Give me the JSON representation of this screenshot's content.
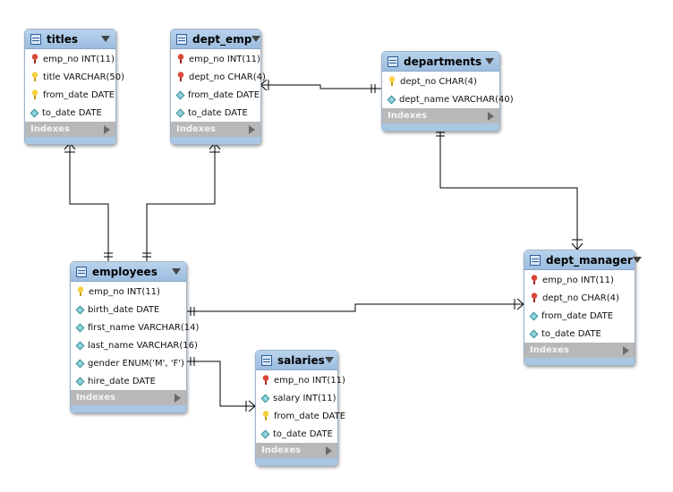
{
  "tables": {
    "titles": {
      "name": "titles",
      "columns": [
        {
          "icon": "fk",
          "text": "emp_no INT(11)"
        },
        {
          "icon": "pk",
          "text": "title VARCHAR(50)"
        },
        {
          "icon": "pk",
          "text": "from_date DATE"
        },
        {
          "icon": "col",
          "text": "to_date DATE"
        }
      ],
      "indexes": "Indexes"
    },
    "dept_emp": {
      "name": "dept_emp",
      "columns": [
        {
          "icon": "fk",
          "text": "emp_no INT(11)"
        },
        {
          "icon": "fk",
          "text": "dept_no CHAR(4)"
        },
        {
          "icon": "col",
          "text": "from_date DATE"
        },
        {
          "icon": "col",
          "text": "to_date DATE"
        }
      ],
      "indexes": "Indexes"
    },
    "departments": {
      "name": "departments",
      "columns": [
        {
          "icon": "pk",
          "text": "dept_no CHAR(4)"
        },
        {
          "icon": "col",
          "text": "dept_name VARCHAR(40)"
        }
      ],
      "indexes": "Indexes"
    },
    "employees": {
      "name": "employees",
      "columns": [
        {
          "icon": "pk",
          "text": "emp_no INT(11)"
        },
        {
          "icon": "col",
          "text": "birth_date DATE"
        },
        {
          "icon": "col",
          "text": "first_name VARCHAR(14)"
        },
        {
          "icon": "col",
          "text": "last_name VARCHAR(16)"
        },
        {
          "icon": "col",
          "text": "gender ENUM('M', 'F')"
        },
        {
          "icon": "col",
          "text": "hire_date DATE"
        }
      ],
      "indexes": "Indexes"
    },
    "dept_manager": {
      "name": "dept_manager",
      "columns": [
        {
          "icon": "fk",
          "text": "emp_no INT(11)"
        },
        {
          "icon": "fk",
          "text": "dept_no CHAR(4)"
        },
        {
          "icon": "col",
          "text": "from_date DATE"
        },
        {
          "icon": "col",
          "text": "to_date DATE"
        }
      ],
      "indexes": "Indexes"
    },
    "salaries": {
      "name": "salaries",
      "columns": [
        {
          "icon": "fk",
          "text": "emp_no INT(11)"
        },
        {
          "icon": "col",
          "text": "salary INT(11)"
        },
        {
          "icon": "pk",
          "text": "from_date DATE"
        },
        {
          "icon": "col",
          "text": "to_date DATE"
        }
      ],
      "indexes": "Indexes"
    }
  },
  "relationships": [
    {
      "from": "employees",
      "to": "titles",
      "cardinality": "one-to-many"
    },
    {
      "from": "employees",
      "to": "dept_emp",
      "cardinality": "one-to-many"
    },
    {
      "from": "departments",
      "to": "dept_emp",
      "cardinality": "one-to-many"
    },
    {
      "from": "departments",
      "to": "dept_manager",
      "cardinality": "one-to-many"
    },
    {
      "from": "employees",
      "to": "dept_manager",
      "cardinality": "one-to-many"
    },
    {
      "from": "employees",
      "to": "salaries",
      "cardinality": "one-to-many"
    }
  ],
  "colors": {
    "header": "#9cbde0",
    "indexes_bar": "#b8b8b8",
    "line": "#000000"
  }
}
